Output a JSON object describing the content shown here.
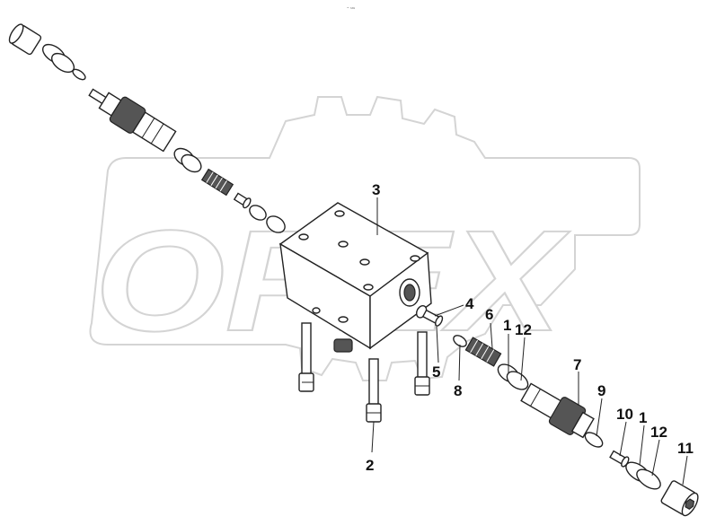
{
  "header_mark": "⁼ ˢˢˢ",
  "watermark": {
    "text": "OPEX"
  },
  "callouts": [
    {
      "id": "c3",
      "label": "3"
    },
    {
      "id": "c4",
      "label": "4"
    },
    {
      "id": "c6",
      "label": "6"
    },
    {
      "id": "c1a",
      "label": "1"
    },
    {
      "id": "c12a",
      "label": "12"
    },
    {
      "id": "c5",
      "label": "5"
    },
    {
      "id": "c8",
      "label": "8"
    },
    {
      "id": "c7",
      "label": "7"
    },
    {
      "id": "c9",
      "label": "9"
    },
    {
      "id": "c10",
      "label": "10"
    },
    {
      "id": "c1b",
      "label": "1"
    },
    {
      "id": "c12b",
      "label": "12"
    },
    {
      "id": "c11",
      "label": "11"
    },
    {
      "id": "c2",
      "label": "2"
    }
  ]
}
